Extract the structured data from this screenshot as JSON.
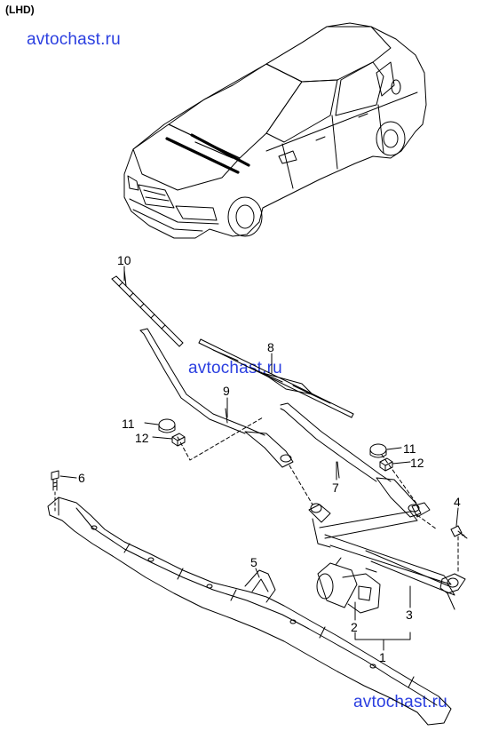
{
  "header": {
    "label": "(LHD)"
  },
  "watermarks": [
    "avtochast.ru",
    "avtochast.ru",
    "avtochast.ru"
  ],
  "callouts": {
    "c1": "1",
    "c2": "2",
    "c3": "3",
    "c4": "4",
    "c5": "5",
    "c6": "6",
    "c7": "7",
    "c8": "8",
    "c9": "9",
    "c10": "10",
    "c11a": "11",
    "c12a": "12",
    "c11b": "11",
    "c12b": "12"
  },
  "colors": {
    "watermark": "#2b3fe0",
    "line": "#000000"
  }
}
